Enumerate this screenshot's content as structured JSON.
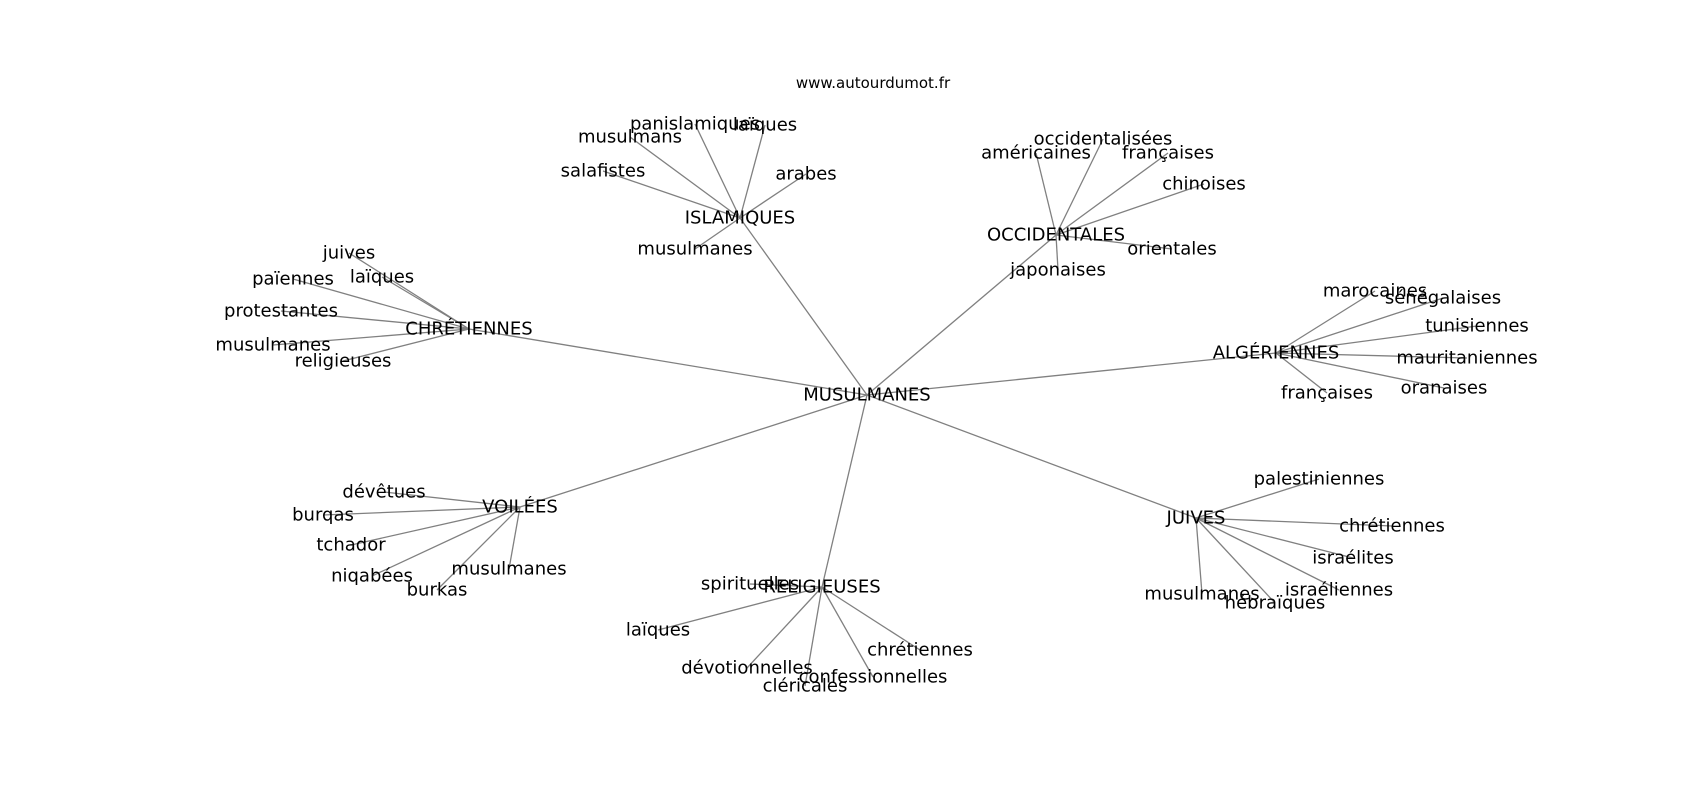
{
  "site": "www.autourdumot.fr",
  "root": "MUSULMANES",
  "groups": [
    {
      "name": "ISLAMIQUES",
      "words": [
        "panislamiques",
        "laïques",
        "musulmans",
        "salafistes",
        "arabes",
        "musulmanes"
      ]
    },
    {
      "name": "OCCIDENTALES",
      "words": [
        "occidentalisées",
        "américaines",
        "françaises",
        "chinoises",
        "orientales",
        "japonaises"
      ]
    },
    {
      "name": "CHRÉTIENNES",
      "words": [
        "juives",
        "païennes",
        "laïques",
        "protestantes",
        "musulmanes",
        "religieuses"
      ]
    },
    {
      "name": "ALGÉRIENNES",
      "words": [
        "marocaines",
        "sénégalaises",
        "tunisiennes",
        "mauritaniennes",
        "oranaises",
        "françaises"
      ]
    },
    {
      "name": "VOILÉES",
      "words": [
        "dévêtues",
        "burqas",
        "tchador",
        "niqabées",
        "burkas",
        "musulmanes"
      ]
    },
    {
      "name": "JUIVES",
      "words": [
        "palestiniennes",
        "chrétiennes",
        "israélites",
        "israéliennes",
        "hébraïques",
        "musulmanes"
      ]
    },
    {
      "name": "RELIGIEUSES",
      "words": [
        "spirituelles",
        "laïques",
        "dévotionnelles",
        "cléricales",
        "confessionnelles",
        "chrétiennes"
      ]
    }
  ]
}
